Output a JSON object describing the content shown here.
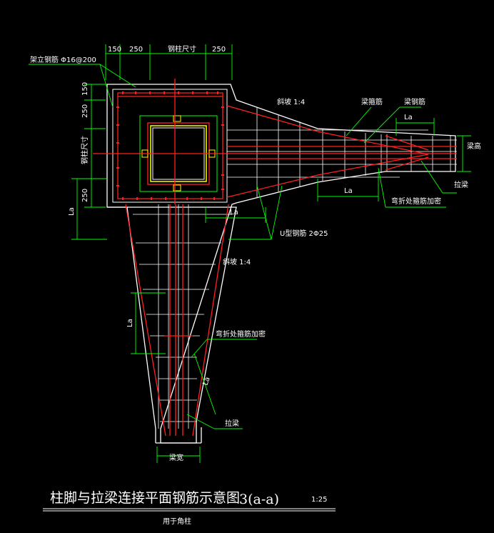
{
  "dimensions": {
    "top_left": "150",
    "top_mid": "250",
    "top_col": "钢柱尺寸",
    "top_right": "250",
    "left_150": "150",
    "left_250a": "250",
    "left_col": "钢柱尺寸",
    "left_250b": "250",
    "la_left": "La",
    "la_upper_right": "La",
    "la_right_bottom": "La",
    "la_mid": "La",
    "la_column": "La",
    "la_diag": "La",
    "beam_width": "梁宽"
  },
  "labels": {
    "erect_rebar": "架立钢筋 Φ16@200",
    "slope_right": "斜坡 1:4",
    "stirrup_beam": "梁箍筋",
    "beam_rebar": "梁钢筋",
    "u_rebar": "U型钢筋 2Φ25",
    "slope_down": "斜坡 1:4",
    "bend_extra_1": "弯折处箍筋加密",
    "bend_extra_2": "弯折处箍筋加密",
    "tie_beam_1": "拉梁",
    "tie_beam_2": "拉梁",
    "beam_height": "梁高"
  },
  "title": {
    "main": "柱脚与拉梁连接平面钢筋示意图",
    "section": "3(a-a)",
    "scale": "1:25",
    "note": "用于角柱"
  },
  "colors": {
    "background": "#000000",
    "outline": "#ffffff",
    "rebar": "#ff2020",
    "dimension": "#00ff00",
    "column": "#ffff00",
    "grid": "#ffffff"
  }
}
